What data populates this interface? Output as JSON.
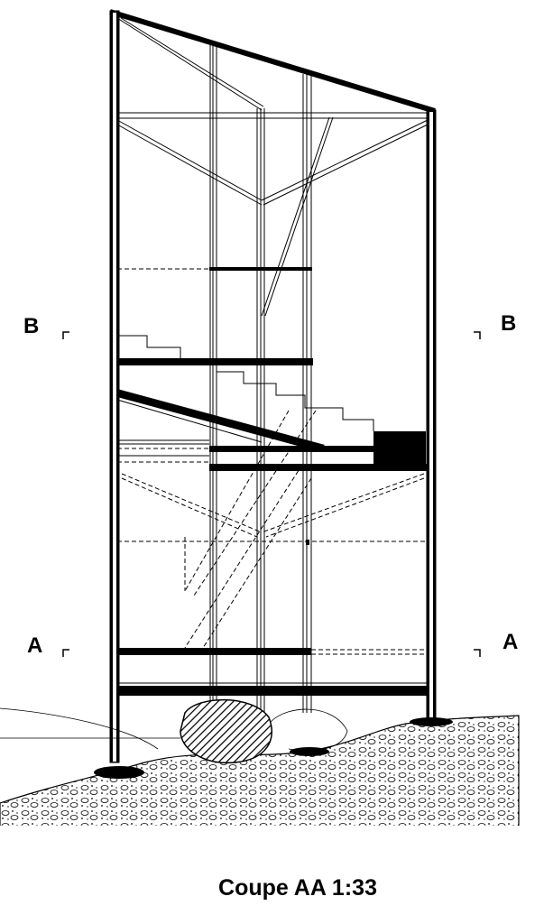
{
  "section_markers": {
    "top_left": "B",
    "top_right": "B",
    "bottom_left": "A",
    "bottom_right": "A"
  },
  "title": "Coupe AA 1:33"
}
